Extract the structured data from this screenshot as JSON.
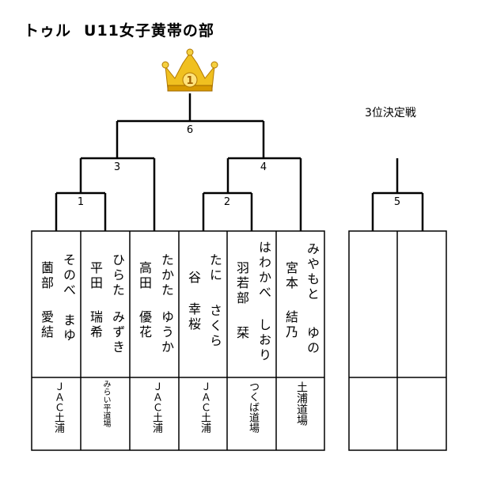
{
  "title": {
    "event": "トゥル",
    "division": "U11女子黄帯の部"
  },
  "third_place_label": "3位決定戦",
  "crown": {
    "rank": "1",
    "color": "#e8b000"
  },
  "matches": [
    {
      "id": "m1",
      "label": "1"
    },
    {
      "id": "m2",
      "label": "2"
    },
    {
      "id": "m3",
      "label": "3"
    },
    {
      "id": "m4",
      "label": "4"
    },
    {
      "id": "m5",
      "label": "5"
    },
    {
      "id": "m6",
      "label": "6"
    }
  ],
  "players": [
    {
      "kana_family": "そのべ",
      "kana_given": "まゆ",
      "kanji_family": "薗部",
      "kanji_given": "愛結",
      "club": "ＪＡＣ土浦"
    },
    {
      "kana_family": "ひらた",
      "kana_given": "みずき",
      "kanji_family": "平田",
      "kanji_given": "瑞希",
      "club": "みらい平道場"
    },
    {
      "kana_family": "たかた",
      "kana_given": "ゆうか",
      "kanji_family": "高田",
      "kanji_given": "優花",
      "club": "ＪＡＣ土浦"
    },
    {
      "kana_family": "たに",
      "kana_given": "さくら",
      "kanji_family": "谷",
      "kanji_given": "幸桜",
      "club": "ＪＡＣ土浦"
    },
    {
      "kana_family": "はわかべ",
      "kana_given": "しおり",
      "kanji_family": "羽若部",
      "kanji_given": "栞",
      "club": "つくば道場"
    },
    {
      "kana_family": "みやもと",
      "kana_given": "ゆの",
      "kanji_family": "宮本",
      "kanji_given": "結乃",
      "club": "土浦道場"
    }
  ]
}
